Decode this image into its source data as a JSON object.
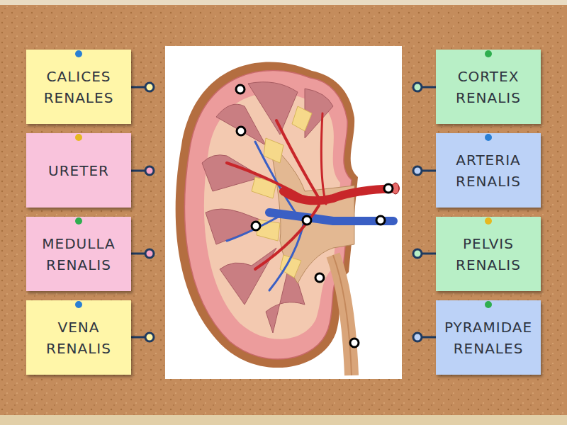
{
  "diagram": {
    "nodes": [
      {
        "text": [
          "CALICES RENALES"
        ]
      },
      {
        "text": [
          "CORTEX RENALIS"
        ]
      },
      {
        "text": [
          "URETER"
        ]
      },
      {
        "text": [
          "ARTERIA RENALIS"
        ]
      },
      {
        "text": [
          "MEDULLA RENALIS"
        ]
      },
      {
        "text": [
          "PELVIS RENALIS"
        ]
      },
      {
        "text": [
          "VENA RENALIS"
        ]
      },
      {
        "text": [
          "PYRAMIDAE RENALES"
        ]
      }
    ]
  }
}
